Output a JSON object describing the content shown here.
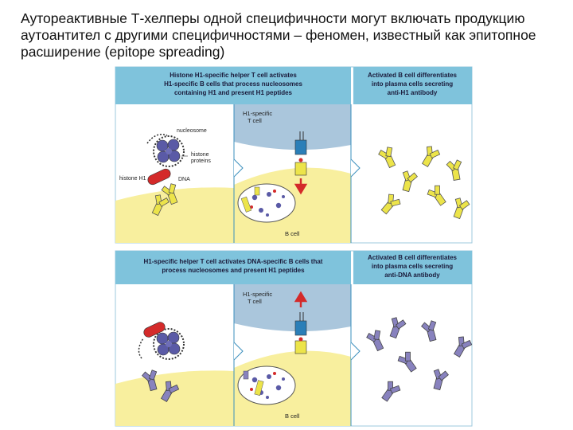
{
  "slide": {
    "title": "Аутореактивные Т-хелперы одной специфичности могут включать продукцию аутоантител с другими специфичностями – феномен, известный как эпитопное расширение (epitope spreading)"
  },
  "colors": {
    "header_blue": "#7fc3dc",
    "t_cell": "#aac6dc",
    "b_cell": "#f8ef9e",
    "yellow_antibody": "#ece44a",
    "purple_antibody": "#8882be",
    "red_protein": "#d42a2a",
    "histone": "#5a5aa6",
    "divider": "#3a8fbd"
  },
  "top_panel": {
    "header_left": [
      "Histone H1-specific helper T cell activates",
      "H1-specific B cells that process nucleosomes",
      "containing H1 and present H1 peptides"
    ],
    "header_right": [
      "Activated B cell differentiates",
      "into plasma cells secreting",
      "anti-H1 antibody"
    ],
    "t_cell_label": [
      "H1-specific",
      "T cell"
    ],
    "b_cell_label": "B cell",
    "nucleosome_label": "nucleosome",
    "histone_proteins_label": [
      "histone",
      "proteins"
    ],
    "histone_h1_label": "histone H1",
    "dna_label": "DNA"
  },
  "bottom_panel": {
    "header_left": [
      "H1-specific helper T cell activates DNA-specific B cells that",
      "process nucleosomes and present H1 peptides"
    ],
    "header_right": [
      "Activated B cell differentiates",
      "into plasma cells secreting",
      "anti-DNA antibody"
    ],
    "t_cell_label": [
      "H1-specific",
      "T cell"
    ],
    "b_cell_label": "B cell"
  }
}
